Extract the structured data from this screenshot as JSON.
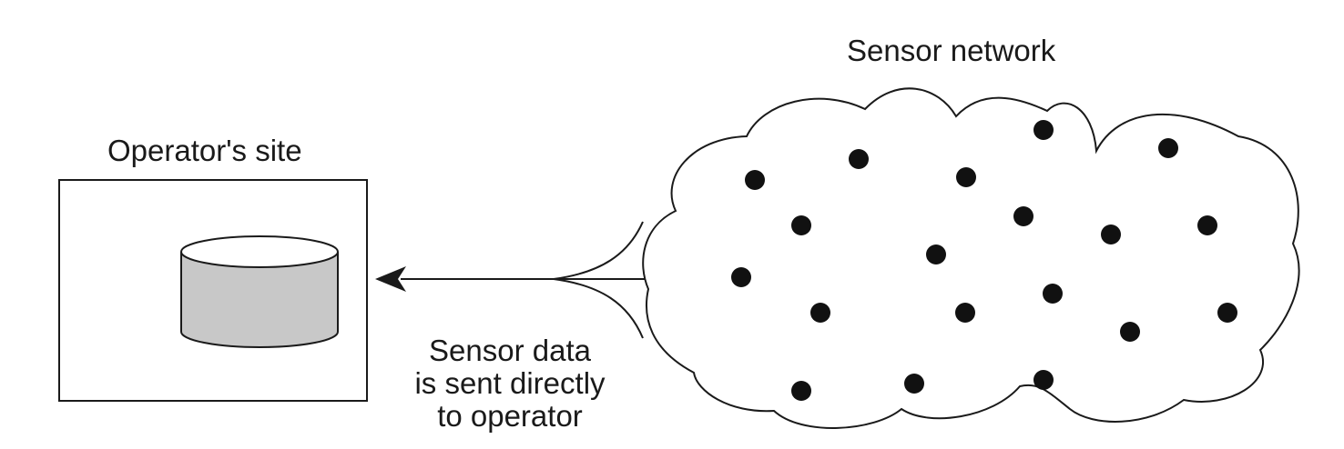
{
  "labels": {
    "operator_site": "Operator's site",
    "sensor_network": "Sensor network",
    "flow_caption": [
      "Sensor data",
      "is sent directly",
      "to operator"
    ]
  },
  "colors": {
    "stroke": "#1a1a1a",
    "database_fill": "#c8c8c8",
    "database_top": "#ffffff",
    "node": "#111111"
  },
  "icons": {
    "database": "database-cylinder-icon",
    "network": "cloud-shape",
    "node": "sensor-node-dot"
  }
}
